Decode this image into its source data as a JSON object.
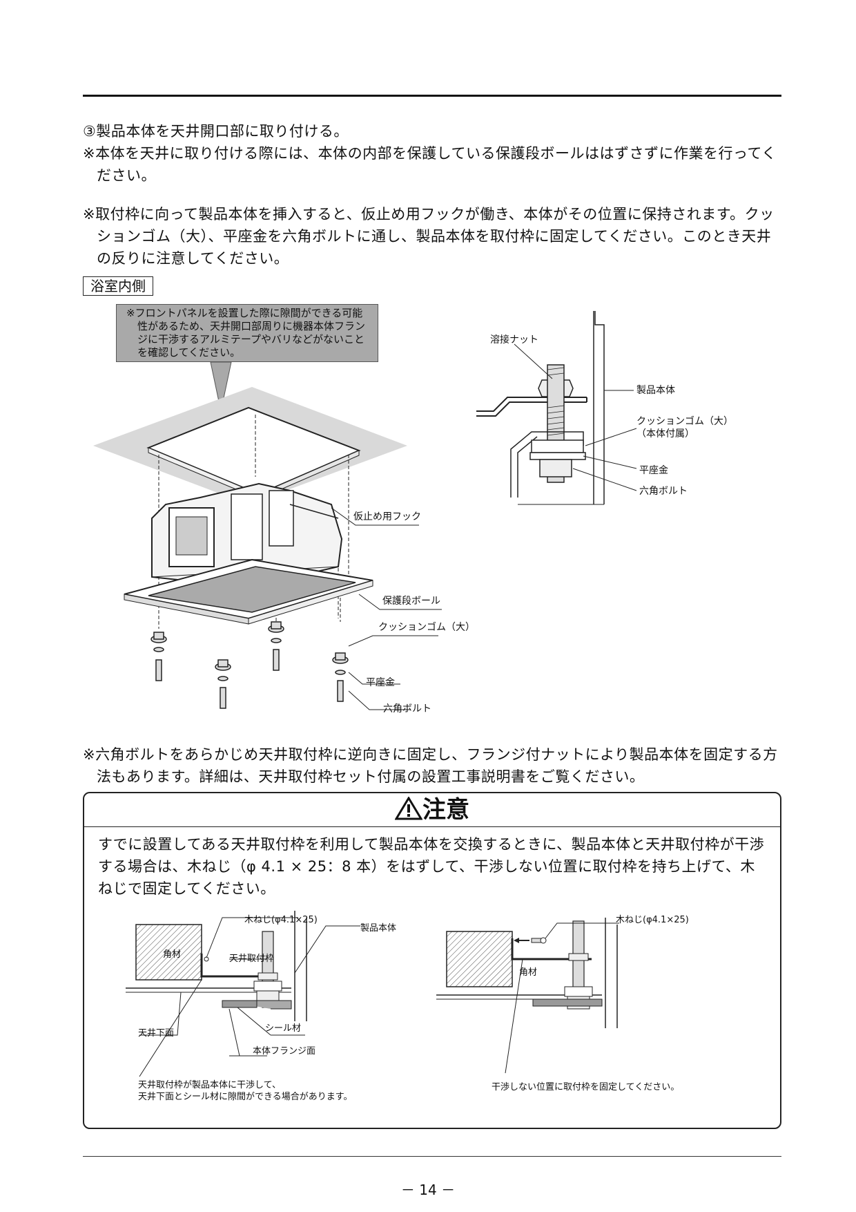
{
  "step": "③製品本体を天井開口部に取り付ける。",
  "note1": "※本体を天井に取り付ける際には、本体の内部を保護している保護段ボールははずさずに作業を行ってください。",
  "note2": "※取付枠に向って製品本体を挿入すると、仮止め用フックが働き、本体がその位置に保持されます。クッションゴム（大）、平座金を六角ボルトに通し、製品本体を取付枠に固定してください。このとき天井の反りに注意してください。",
  "tag": "浴室内側",
  "callout": "※フロントパネルを設置した際に隙間ができる可能性があるため、天井開口部周りに機器本体フランジに干渉するアルミテープやバリなどがないことを確認してください。",
  "main_labels": {
    "hook": "仮止め用フック",
    "cardboard": "保護段ボール",
    "cushion": "クッションゴム（大）",
    "washer": "平座金",
    "bolt": "六角ボルト"
  },
  "detail_labels": {
    "weld_nut": "溶接ナット",
    "body": "製品本体",
    "cushion": "クッションゴム（大）",
    "cushion_note": "（本体付属）",
    "washer": "平座金",
    "bolt": "六角ボルト"
  },
  "note3": "※六角ボルトをあらかじめ天井取付枠に逆向きに固定し、フランジ付ナットにより製品本体を固定する方法もあります。詳細は、天井取付枠セット付属の設置工事説明書をご覧ください。",
  "caution": {
    "icon": "warning-triangle-icon",
    "title": "注意",
    "body": "すでに設置してある天井取付枠を利用して製品本体を交換するときに、製品本体と天井取付枠が干渉する場合は、木ねじ（φ 4.1 × 25：8 本）をはずして、干渉しない位置に取付枠を持ち上げて、木ねじで固定してください。",
    "left_fig": {
      "screw": "木ねじ(φ4.1×25)",
      "body": "製品本体",
      "timber": "角材",
      "frame": "天井取付枠",
      "ceiling": "天井下面",
      "seal": "シール材",
      "flange": "本体フランジ面",
      "caption_1": "天井取付枠が製品本体に干渉して、",
      "caption_2": "天井下面とシール材に隙間ができる場合があります。"
    },
    "right_fig": {
      "screw": "木ねじ(φ4.1×25)",
      "timber": "角材",
      "caption": "干渉しない位置に取付枠を固定してください。"
    }
  },
  "page_number": "－ 14 －"
}
